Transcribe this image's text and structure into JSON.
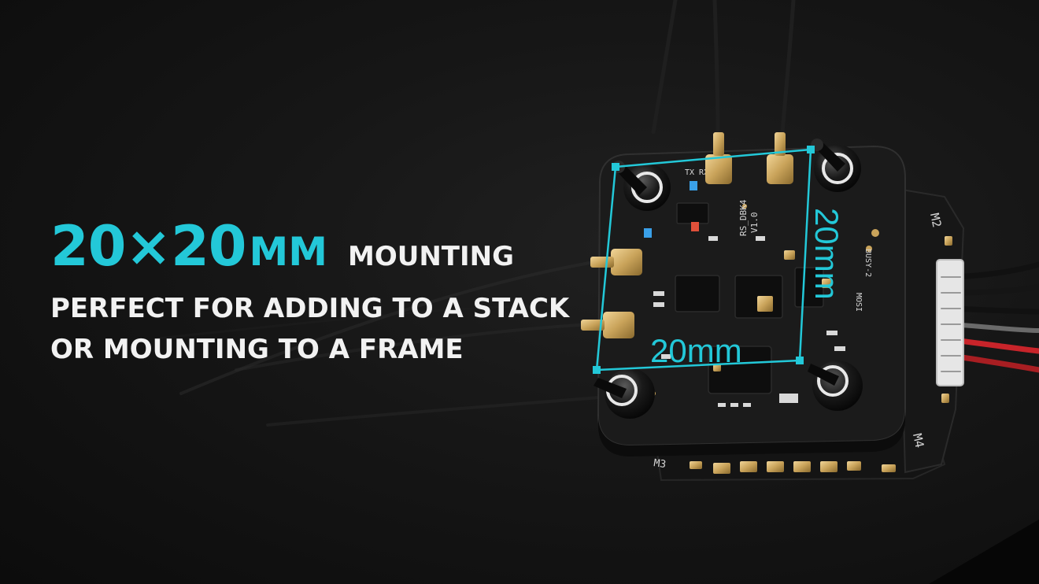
{
  "headline": {
    "size_value": "20×20",
    "size_unit": "MM",
    "size_tail": "MOUNTING"
  },
  "subline": {
    "line1": "PERFECT FOR ADDING TO A STACK",
    "line2": "OR MOUNTING TO A FRAME"
  },
  "dimensions": {
    "width_label": "20mm",
    "height_label": "20mm"
  },
  "board_silk": {
    "model": "RS_DBK4",
    "version": "V1.0",
    "tx_rx": "TX RX",
    "busy": "BUSY-2",
    "mosi": "MOSI",
    "motor_2": "M2",
    "motor_3": "M3",
    "motor_4": "M4"
  },
  "colors": {
    "accent": "#23c8d8",
    "text": "#f2f2f2",
    "background": "#121212",
    "pcb": "#1c1c1c",
    "gold": "#c9a35a"
  }
}
